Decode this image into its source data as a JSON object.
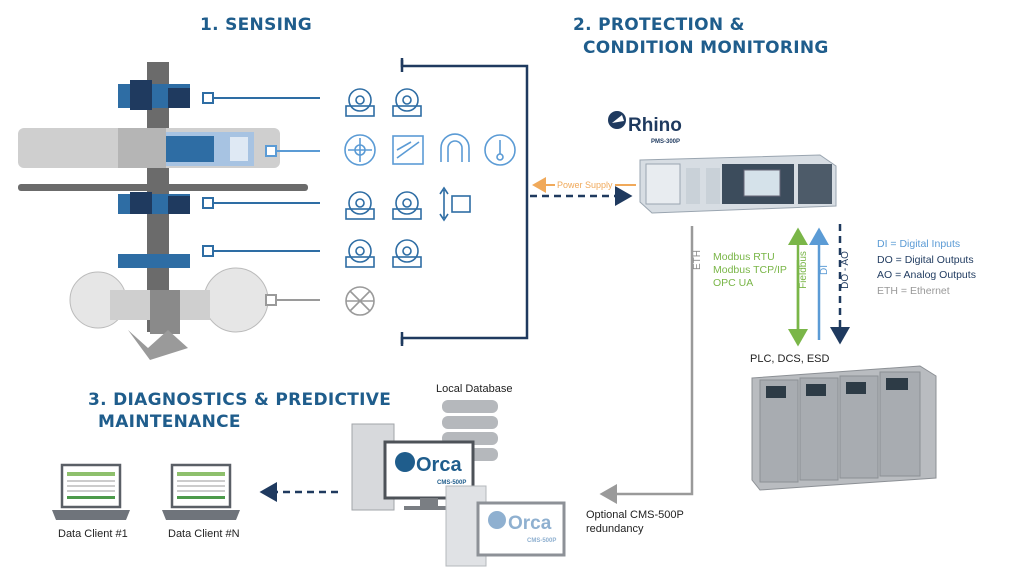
{
  "headings": {
    "sensing": "1.   SENSING",
    "protection_line1": "2.   PROTECTION &",
    "protection_line2": "CONDITION MONITORING",
    "diagnostics_line1": "3.   DIAGNOSTICS & PREDICTIVE",
    "diagnostics_line2": "MAINTENANCE"
  },
  "rhino": {
    "brand": "Rhino",
    "model": "PMS-300P"
  },
  "orca": {
    "brand": "Orca",
    "model": "CMS-500P"
  },
  "power_supply_label": "Power Supply",
  "eth_label": "ETH",
  "protocols": [
    "Modbus RTU",
    "Modbus TCP/IP",
    "OPC UA"
  ],
  "vertical_labels": {
    "fieldbus": "Fieldbus",
    "di": "DI",
    "do_ao": "DO - AO"
  },
  "legend": [
    {
      "text": "DI = Digital Inputs",
      "color": "#5b9bd5"
    },
    {
      "text": "DO = Digital Outputs",
      "color": "#1f3a5f"
    },
    {
      "text": "AO = Analog Outputs",
      "color": "#1f3a5f"
    },
    {
      "text": "ETH = Ethernet",
      "color": "#999999"
    }
  ],
  "plc_label": "PLC, DCS, ESD",
  "local_database_label": "Local Database",
  "redundancy_label": [
    "Optional CMS-500P",
    "redundancy"
  ],
  "clients": [
    "Data Client #1",
    "Data Client #N"
  ],
  "colors": {
    "navy": "#1f3a5f",
    "blue": "#2e6da4",
    "lightblue": "#5b9bd5",
    "green": "#7ab648",
    "orange": "#f0a95a",
    "gray": "#9a9a9a"
  }
}
